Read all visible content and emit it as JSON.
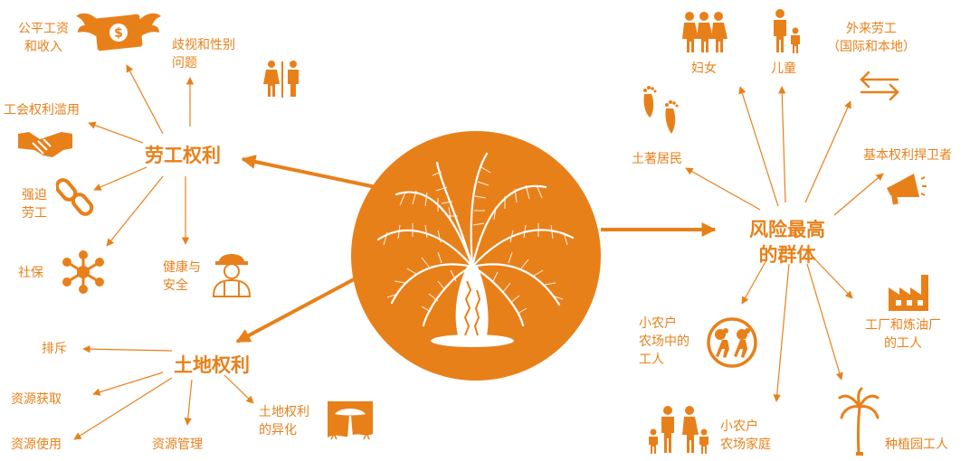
{
  "colors": {
    "accent": "#E8801A",
    "background": "#FFFFFF"
  },
  "center": {
    "icon": "oil-palm-tree-icon"
  },
  "labor_rights": {
    "title": "劳工权利",
    "items": [
      {
        "label_lines": [
          "公平工资",
          "和收入"
        ],
        "icon": "winged-money-icon"
      },
      {
        "label_lines": [
          "歧视和性别",
          "问题"
        ],
        "icon": "restroom-gender-icon"
      },
      {
        "label_lines": [
          "工会权利滥用"
        ],
        "icon": "handshake-icon"
      },
      {
        "label_lines": [
          "强迫",
          "劳工"
        ],
        "icon": "chain-link-icon"
      },
      {
        "label_lines": [
          "社保"
        ],
        "icon": "social-network-icon"
      },
      {
        "label_lines": [
          "健康与",
          "安全"
        ],
        "icon": "hardhat-worker-icon"
      }
    ]
  },
  "land_rights": {
    "title": "土地权利",
    "items": [
      {
        "label_lines": [
          "排斥"
        ]
      },
      {
        "label_lines": [
          "资源获取"
        ]
      },
      {
        "label_lines": [
          "资源使用"
        ]
      },
      {
        "label_lines": [
          "资源管理"
        ]
      },
      {
        "label_lines": [
          "土地权利",
          "的异化"
        ],
        "icon": "savanna-tree-icon"
      }
    ]
  },
  "high_risk": {
    "title_lines": [
      "风险最高",
      "的群体"
    ],
    "items": [
      {
        "label_lines": [
          "妇女"
        ],
        "icon": "women-group-icon"
      },
      {
        "label_lines": [
          "儿童"
        ],
        "icon": "adult-child-icon"
      },
      {
        "label_lines": [
          "外来劳工",
          "（国际和本地）"
        ],
        "icon": "two-way-arrows-icon"
      },
      {
        "label_lines": [
          "土著居民"
        ],
        "icon": "footprints-icon"
      },
      {
        "label_lines": [
          "基本权利捍卫者"
        ],
        "icon": "megaphone-icon"
      },
      {
        "label_lines": [
          "小农户",
          "农场中的",
          "工人"
        ],
        "icon": "carrying-workers-icon"
      },
      {
        "label_lines": [
          "工厂和炼油厂",
          "的工人"
        ],
        "icon": "factory-icon"
      },
      {
        "label_lines": [
          "小农户",
          "农场家庭"
        ],
        "icon": "family-icon"
      },
      {
        "label_lines": [
          "种植园工人"
        ],
        "icon": "palm-tree-icon"
      }
    ]
  }
}
